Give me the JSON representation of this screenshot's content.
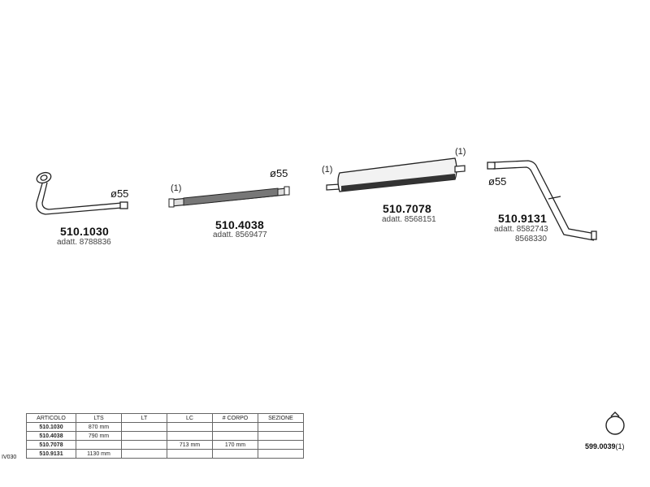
{
  "parts": [
    {
      "code": "510.1030",
      "adatt": "adatt. 8788836",
      "diameter": "ø55"
    },
    {
      "code": "510.4038",
      "adatt": "adatt. 8569477",
      "diameter": "ø55",
      "note": "(1)"
    },
    {
      "code": "510.7078",
      "adatt": "adatt. 8568151",
      "note_left": "(1)",
      "note_right": "(1)"
    },
    {
      "code": "510.9131",
      "adatt": "adatt. 8582743",
      "adatt2": "8568330",
      "diameter": "ø55"
    }
  ],
  "clamp": {
    "code": "599.0039",
    "note": "(1)"
  },
  "side_label": "IV030",
  "table": {
    "headers": [
      "ARTICOLO",
      "LTS",
      "LT",
      "LC",
      "# CORPO",
      "SEZIONE"
    ],
    "rows": [
      {
        "articolo": "510.1030",
        "lts": "870 mm",
        "lt": "",
        "lc": "",
        "corpo": "",
        "sezione": ""
      },
      {
        "articolo": "510.4038",
        "lts": "790 mm",
        "lt": "",
        "lc": "",
        "corpo": "",
        "sezione": ""
      },
      {
        "articolo": "510.7078",
        "lts": "",
        "lt": "",
        "lc": "713 mm",
        "corpo": "170 mm",
        "sezione": ""
      },
      {
        "articolo": "510.9131",
        "lts": "1130 mm",
        "lt": "",
        "lc": "",
        "corpo": "",
        "sezione": ""
      }
    ]
  }
}
